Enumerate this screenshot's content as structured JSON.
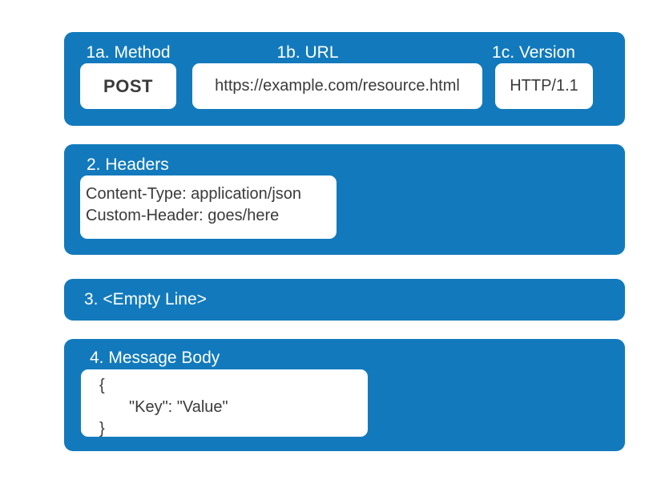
{
  "colors": {
    "page_bg": "#ffffff",
    "panel_blue": "#127abc",
    "panel_label": "#ffffff",
    "value_box_bg": "#ffffff",
    "value_text": "#3a3a3a"
  },
  "request_line": {
    "fields": [
      {
        "label": "1a. Method",
        "value": "POST"
      },
      {
        "label": "1b. URL",
        "value": "https://example.com/resource.html"
      },
      {
        "label": "1c. Version",
        "value": "HTTP/1.1"
      }
    ]
  },
  "headers": {
    "label": "2. Headers",
    "lines": [
      "Content-Type: application/json",
      "Custom-Header: goes/here"
    ]
  },
  "empty_line": {
    "label": "3. <Empty Line>"
  },
  "message_body": {
    "label": "4. Message Body",
    "lines": [
      "{",
      "\"Key\": \"Value\"",
      "}"
    ]
  }
}
